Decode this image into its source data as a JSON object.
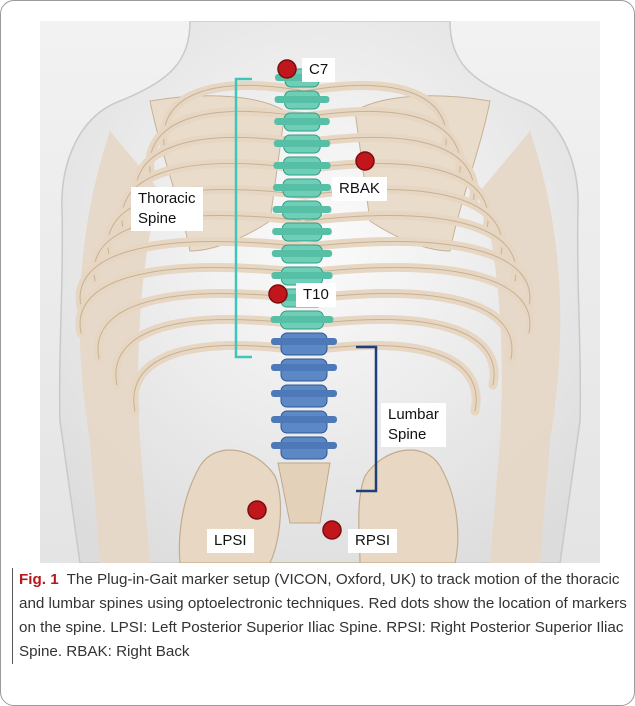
{
  "figure": {
    "markers": [
      {
        "id": "C7",
        "label": "C7"
      },
      {
        "id": "RBAK",
        "label": "RBAK"
      },
      {
        "id": "T10",
        "label": "T10"
      },
      {
        "id": "LPSI",
        "label": "LPSI"
      },
      {
        "id": "RPSI",
        "label": "RPSI"
      }
    ],
    "regions": {
      "thoracic": "Thoracic\nSpine",
      "lumbar": "Lumbar\nSpine"
    },
    "colors": {
      "marker": "#c0161c",
      "thoracic": "#40c6b6",
      "lumbar": "#1f3f7a",
      "thoracic_vertebra": "#6fcfb6",
      "lumbar_vertebra": "#5c88c6",
      "bone": "#e6d6c2",
      "body": "#f4f4f4"
    }
  },
  "caption": {
    "label": "Fig. 1",
    "text": "The Plug-in-Gait marker setup (VICON, Oxford, UK) to track motion of the thoracic and lumbar spines using optoelectronic techniques. Red dots show the location of markers on the spine. LPSI: Left Posterior Superior Iliac Spine. RPSI: Right Posterior Superior Iliac Spine. RBAK: Right Back"
  }
}
